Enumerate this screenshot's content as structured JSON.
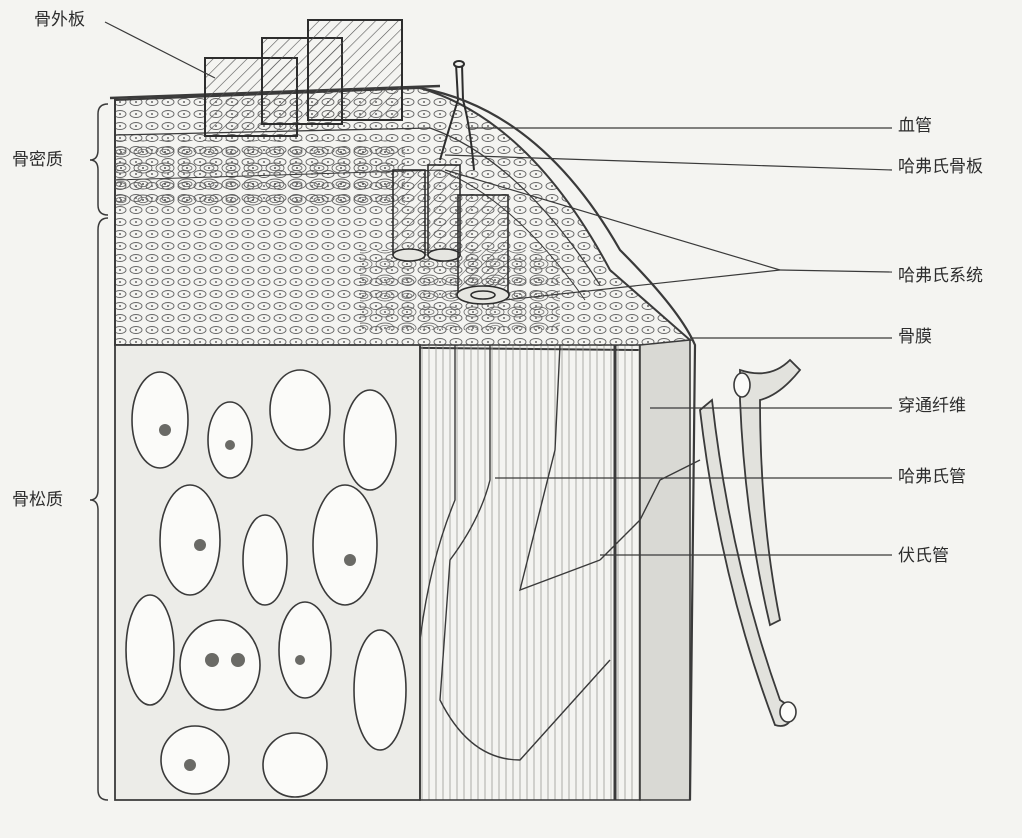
{
  "labels": {
    "outer_lamella": "骨外板",
    "compact_bone": "骨密质",
    "spongy_bone": "骨松质",
    "right": [
      "血管",
      "哈弗氏骨板",
      "哈弗氏系统",
      "骨膜",
      "穿通纤维",
      "哈弗氏管",
      "伏氏管"
    ]
  },
  "colors": {
    "ink": "#3a3a3a",
    "paper": "#f4f4f1",
    "shade": "#d9d9d4"
  }
}
